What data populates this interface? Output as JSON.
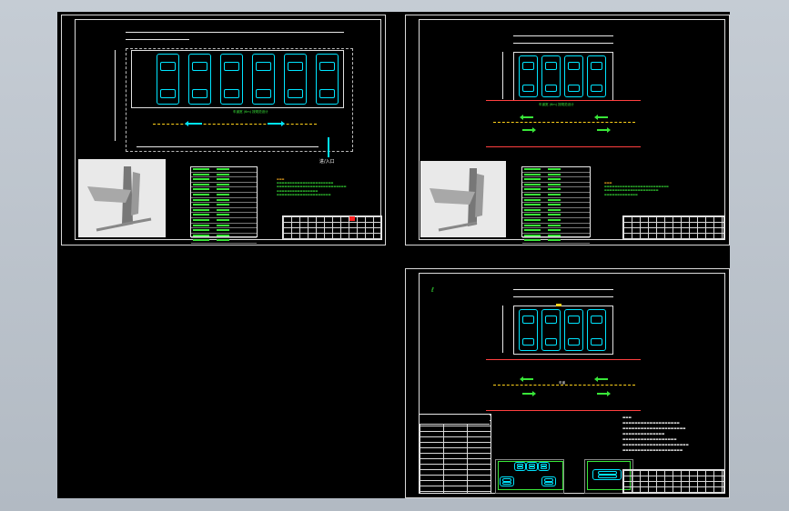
{
  "drawings": [
    {
      "id": "sheet-1",
      "lane_label": "车道宽 (6m) 按规范设计",
      "entry_label": "进/入口"
    },
    {
      "id": "sheet-2",
      "lane_label": "车道宽 (6m) 按规范设计"
    },
    {
      "id": "sheet-3",
      "lane_label": "车道"
    }
  ],
  "colors": {
    "background": "#000000",
    "frame": "#d8d8d8",
    "car": "#00e5ff",
    "text": "#39e639",
    "lane": "#ff4040",
    "centerline": "#ffd21a",
    "window": "#bcc4cc"
  },
  "icons": [
    "car-icon",
    "arrow-icon",
    "lift-render-image",
    "title-block"
  ]
}
